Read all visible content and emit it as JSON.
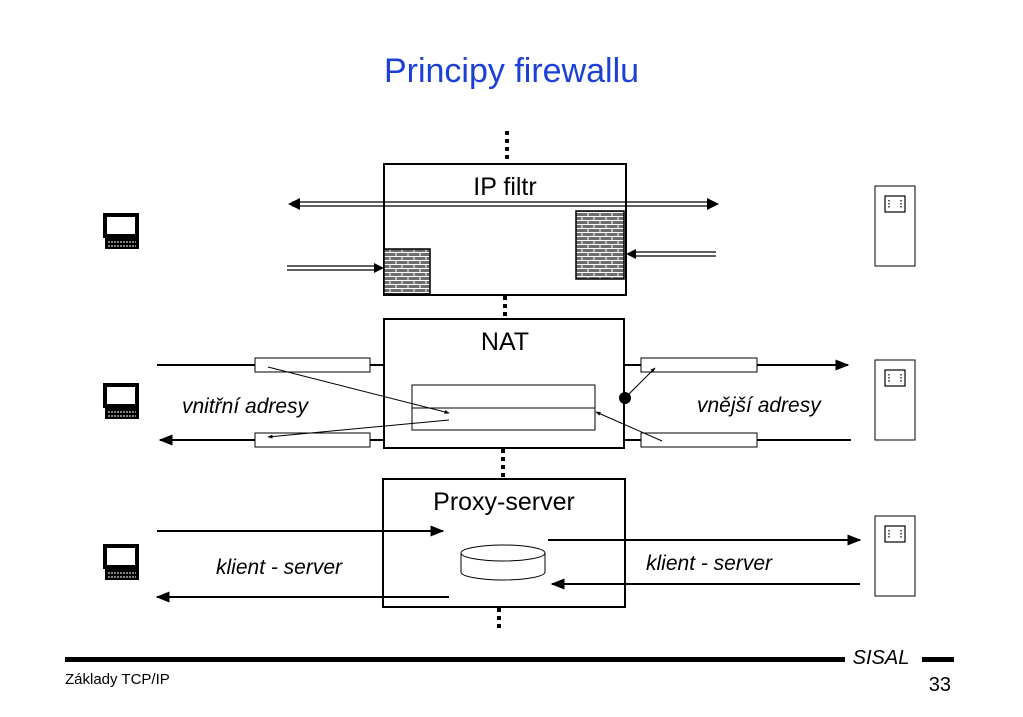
{
  "title": "Principy firewallu",
  "boxes": {
    "ip_filter": "IP filtr",
    "nat": "NAT",
    "proxy": "Proxy-server"
  },
  "labels": {
    "internal_addresses": "vnitřní adresy",
    "external_addresses": "vnější adresy",
    "client_server_left": "klient - server",
    "client_server_right": "klient - server"
  },
  "footer": {
    "brand": "SISAL",
    "course": "Základy TCP/IP",
    "page_number": "33"
  },
  "icons": {
    "client": "computer-terminal-icon",
    "server": "server-tower-icon",
    "wall": "brick-wall-icon",
    "proxy_cache": "database-cylinder-icon"
  }
}
